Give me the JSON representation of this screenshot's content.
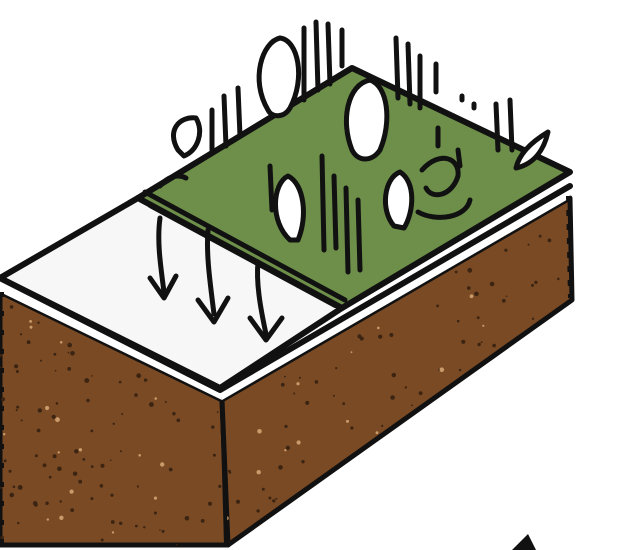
{
  "illustration": {
    "subject": "",
    "colors": {
      "background": "#ffffff",
      "soil": "#7a4a24",
      "soil_speckle": "#3b2412",
      "soil_light_speckle": "#c99a6a",
      "grass": "#6e8f4a",
      "paved_surface": "#f7f7f7",
      "ink": "#111111"
    },
    "icons": [
      "soil-block",
      "vegetated-area",
      "paved-area",
      "runoff-arrow",
      "plant-leaf",
      "grass-blade"
    ]
  }
}
